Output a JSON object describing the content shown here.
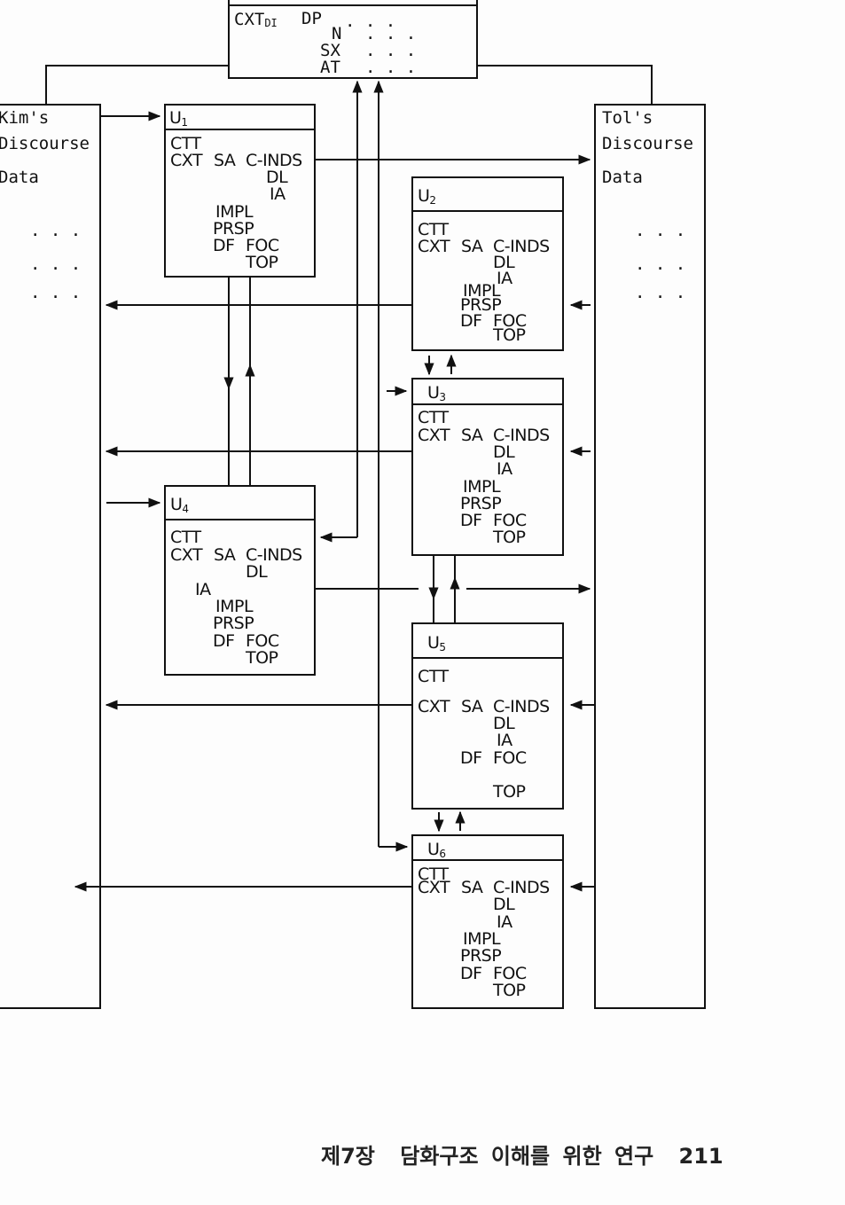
{
  "top_box": {
    "title_partial": "Discourse Internal Data",
    "cxt_label": "CXT",
    "cxt_sub": "DI",
    "dp_label": "DP",
    "rows": [
      {
        "label": "N",
        "dots": ". . ."
      },
      {
        "label": "SX",
        "dots": ". . ."
      },
      {
        "label": "AT",
        "dots": ". . ."
      }
    ],
    "dp_dots": ". . ."
  },
  "kim_box": {
    "lines": [
      "Kim's",
      "Discourse",
      "Data"
    ],
    "dots": [
      ". . .",
      ". . .",
      ". . ."
    ]
  },
  "tol_box": {
    "lines": [
      "Tol's",
      "Discourse",
      "Data"
    ],
    "dots": [
      ". . .",
      ". . .",
      ". . ."
    ]
  },
  "units": [
    {
      "id": "U",
      "sub": "1",
      "ctt": "CTT",
      "cxt": "CXT",
      "sa": "SA",
      "cinds": "C-INDS",
      "dl": "DL",
      "ia": "IA",
      "impl": "IMPL",
      "prsp": "PRSP",
      "df": "DF",
      "foc": "FOC",
      "top": "TOP"
    },
    {
      "id": "U",
      "sub": "2",
      "ctt": "CTT",
      "cxt": "CXT",
      "sa": "SA",
      "cinds": "C-INDS",
      "dl": "DL",
      "ia": "IA",
      "impl": "IMPL",
      "prsp": "PRSP",
      "df": "DF",
      "foc": "FOC",
      "top": "TOP"
    },
    {
      "id": "U",
      "sub": "3",
      "ctt": "CTT",
      "cxt": "CXT",
      "sa": "SA",
      "cinds": "C-INDS",
      "dl": "DL",
      "ia": "IA",
      "impl": "IMPL",
      "prsp": "PRSP",
      "df": "DF",
      "foc": "FOC",
      "top": "TOP"
    },
    {
      "id": "U",
      "sub": "4",
      "ctt": "CTT",
      "cxt": "CXT",
      "sa": "SA",
      "cinds": "C-INDS",
      "dl": "DL",
      "ia": "IA",
      "impl": "IMPL",
      "prsp": "PRSP",
      "df": "DF",
      "foc": "FOC",
      "top": "TOP"
    },
    {
      "id": "U",
      "sub": "5",
      "ctt": "CTT",
      "cxt": "CXT",
      "sa": "SA",
      "cinds": "C-INDS",
      "dl": "DL",
      "ia": "IA",
      "df": "DF",
      "foc": "FOC",
      "top": "TOP"
    },
    {
      "id": "U",
      "sub": "6",
      "ctt": "CTT",
      "cxt": "CXT",
      "sa": "SA",
      "cinds": "C-INDS",
      "dl": "DL",
      "ia": "IA",
      "impl": "IMPL",
      "prsp": "PRSP",
      "df": "DF",
      "foc": "FOC",
      "top": "TOP"
    }
  ],
  "footer": {
    "chapter": "제7장",
    "title": "담화구조 이해를 위한 연구",
    "page_number": "211"
  }
}
